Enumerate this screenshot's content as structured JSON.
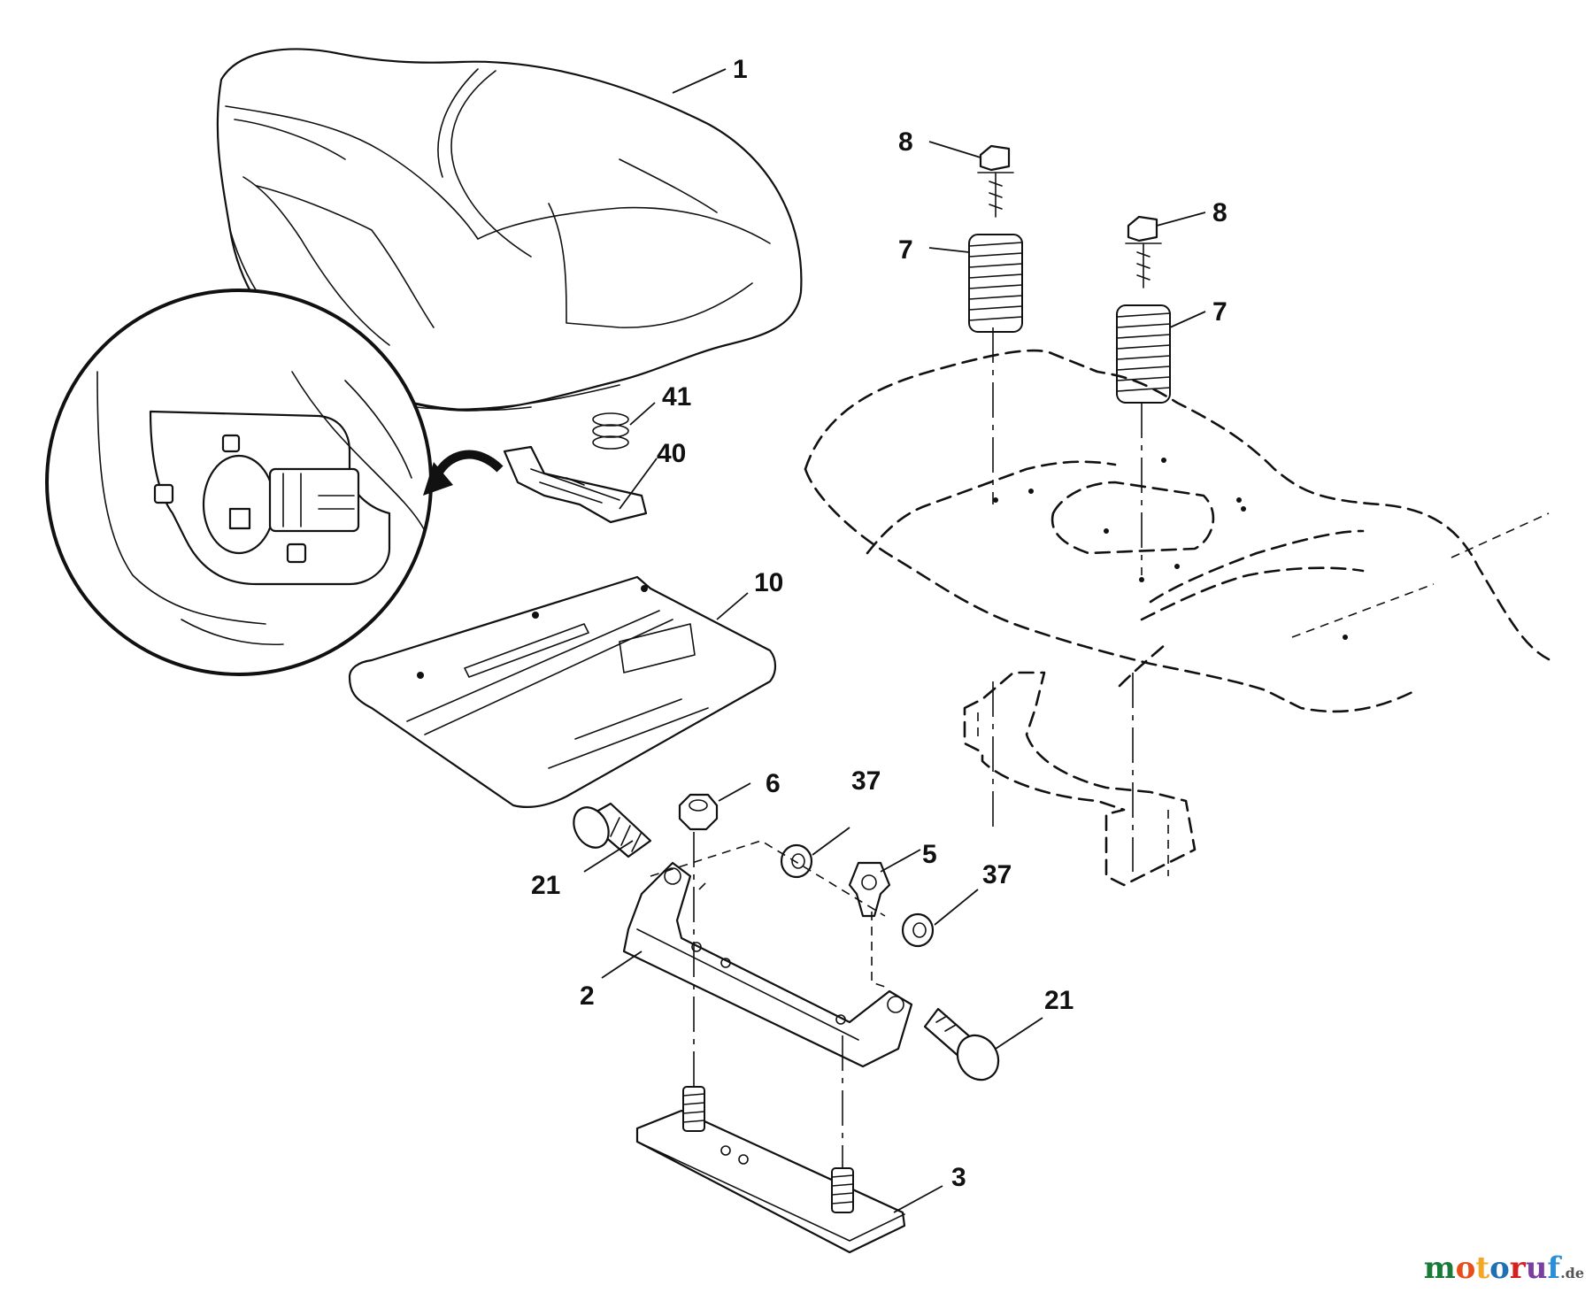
{
  "callouts": {
    "c1": "1",
    "c8a": "8",
    "c8b": "8",
    "c7a": "7",
    "c7b": "7",
    "c41": "41",
    "c40": "40",
    "c10": "10",
    "c6": "6",
    "c37a": "37",
    "c37b": "37",
    "c5": "5",
    "c21a": "21",
    "c21b": "21",
    "c2": "2",
    "c3": "3"
  },
  "watermark": {
    "brand_main": "motoruf",
    "brand_suffix": ".de",
    "colors": [
      "#1a7a3a",
      "#e84e1b",
      "#f5a623",
      "#1f6fb5",
      "#d6201f",
      "#7a3fa0",
      "#2a8fd6"
    ]
  }
}
